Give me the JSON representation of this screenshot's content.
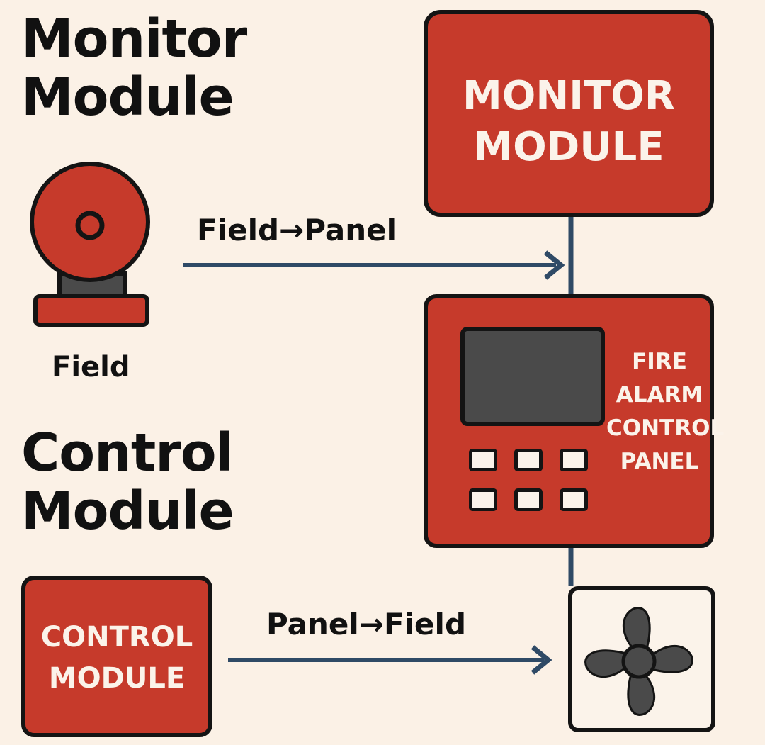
{
  "monitor_section": {
    "heading_line1": "Monitor",
    "heading_line2": "Module",
    "field_label": "Field",
    "flow_label": "Field→Panel"
  },
  "monitor_box": {
    "line1": "MONITOR",
    "line2": "MODULE"
  },
  "panel": {
    "line1": "FIRE",
    "line2": "ALARM",
    "line3": "CONTROL",
    "line4": "PANEL"
  },
  "control_section": {
    "heading_line1": "Control",
    "heading_line2": "Module",
    "flow_label": "Panel→Field"
  },
  "control_box": {
    "line1": "CONTROL",
    "line2": "MODULE"
  },
  "icons": {
    "field_device": "alarm-bell-icon",
    "output_device": "fan-icon"
  },
  "colors": {
    "background": "#fbf1e6",
    "module_red": "#c63a2b",
    "connector_blue": "#2f4a66",
    "outline": "#141414"
  }
}
